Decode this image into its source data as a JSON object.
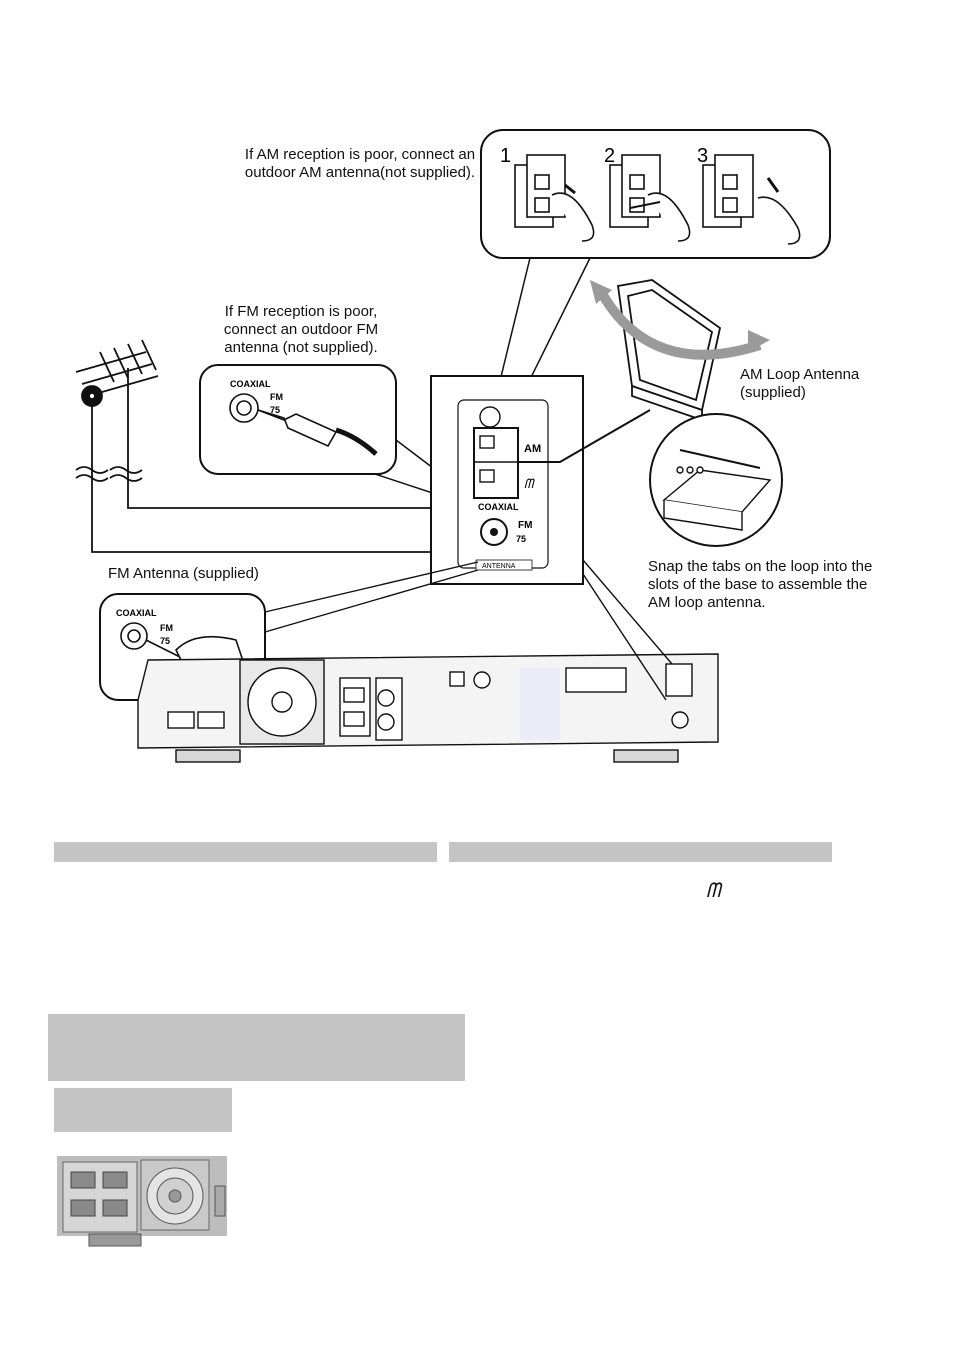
{
  "diagram": {
    "am_outdoor_note": [
      "If AM reception is poor, connect an",
      "outdoor AM antenna(not supplied)."
    ],
    "fm_outdoor_note": [
      "If FM reception is poor,",
      "connect an outdoor FM",
      "antenna  (not supplied)."
    ],
    "am_loop_label": [
      "AM Loop Antenna",
      "(supplied)"
    ],
    "fm_antenna_label": "FM Antenna (supplied)",
    "snap_note": [
      "Snap the tabs on the loop into the",
      "slots of the base to assemble the",
      "AM loop antenna."
    ],
    "steps": [
      "1",
      "2",
      "3"
    ],
    "panel": {
      "am": "AM",
      "coaxial": "COAXIAL",
      "fm": "FM",
      "fm_ohm": "75",
      "antenna": "ANTENNA"
    },
    "inset_top": {
      "coaxial": "COAXIAL",
      "fm": "FM",
      "ohm": "75"
    },
    "inset_bottom": {
      "coaxial": "COAXIAL",
      "fm": "FM",
      "ohm": "75"
    }
  },
  "colors": {
    "bar_gray": "#c4c4c4",
    "line": "#111111",
    "arrow_gray": "#9a9a9a"
  }
}
